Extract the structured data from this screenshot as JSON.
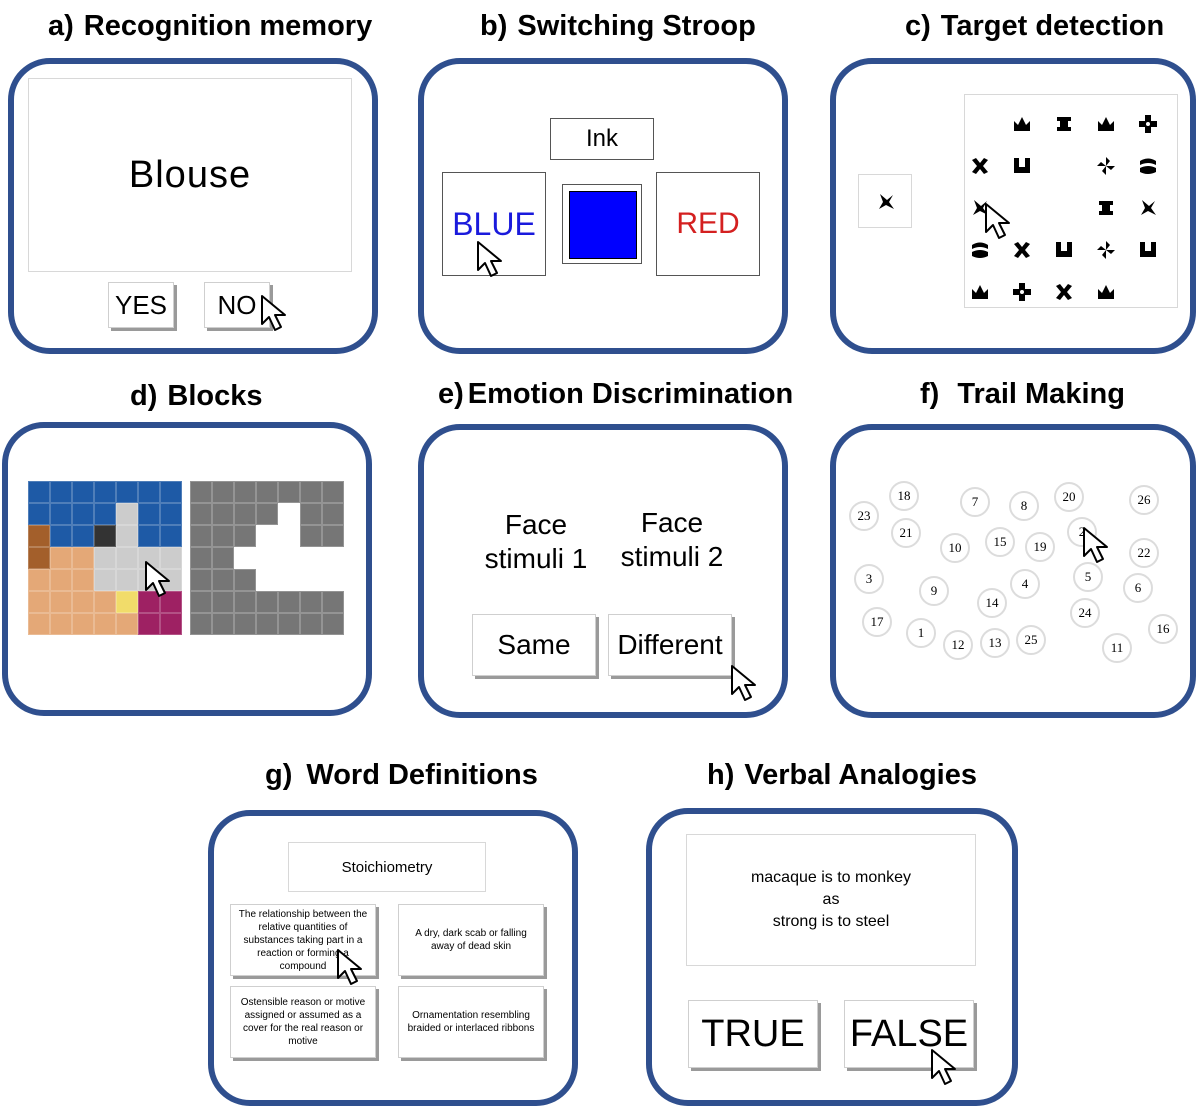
{
  "titles": {
    "a": {
      "letter": "a)",
      "text": "Recognition memory"
    },
    "b": {
      "letter": "b)",
      "text": "Switching Stroop"
    },
    "c": {
      "letter": "c)",
      "text": "Target detection"
    },
    "d": {
      "letter": "d)",
      "text": "Blocks"
    },
    "e": {
      "letter": "e)",
      "text": "Emotion Discrimination"
    },
    "f": {
      "letter": "f)",
      "text": "Trail Making"
    },
    "g": {
      "letter": "g)",
      "text": "Word Definitions"
    },
    "h": {
      "letter": "h)",
      "text": "Verbal Analogies"
    }
  },
  "recognition": {
    "word": "Blouse",
    "yes_label": "YES",
    "no_label": "NO"
  },
  "stroop": {
    "instruction": "Ink",
    "left_word": "BLUE",
    "left_color": "#1a1adc",
    "sample_color": "#0000ff",
    "right_word": "RED",
    "right_color": "#d42020"
  },
  "target": {
    "target_icon": "target-glyph-icon"
  },
  "blocks": {
    "colors": {
      "blue": "#1e5aa6",
      "tan": "#e4a877",
      "brown": "#a35f2b",
      "dark": "#333333",
      "gray": "#cccccc",
      "yellow": "#f1dc6a",
      "magenta": "#9e2163",
      "grid_gray": "#767676",
      "white": "#ffffff"
    }
  },
  "emotion": {
    "face1_line1": "Face",
    "face1_line2": "stimuli 1",
    "face2_line1": "Face",
    "face2_line2": "stimuli 2",
    "same_label": "Same",
    "different_label": "Different"
  },
  "trail": {
    "numbers": [
      "23",
      "18",
      "21",
      "7",
      "8",
      "20",
      "26",
      "10",
      "15",
      "19",
      "2",
      "22",
      "3",
      "9",
      "4",
      "5",
      "6",
      "14",
      "17",
      "1",
      "12",
      "13",
      "25",
      "24",
      "11",
      "16"
    ]
  },
  "definitions": {
    "word": "Stoichiometry",
    "options": [
      "The relationship between the relative quantities of substances taking part in a reaction or forming a compound",
      "A dry, dark scab or falling away of dead skin",
      "Ostensible reason or motive assigned or assumed as a cover for the real reason or motive",
      "Ornamentation resembling braided or interlaced ribbons"
    ]
  },
  "analogies": {
    "line1": "macaque is to monkey",
    "line2": "as",
    "line3": "strong is to steel",
    "true_label": "TRUE",
    "false_label": "FALSE"
  },
  "colors": {
    "panel_border": "#2f4f8e"
  }
}
